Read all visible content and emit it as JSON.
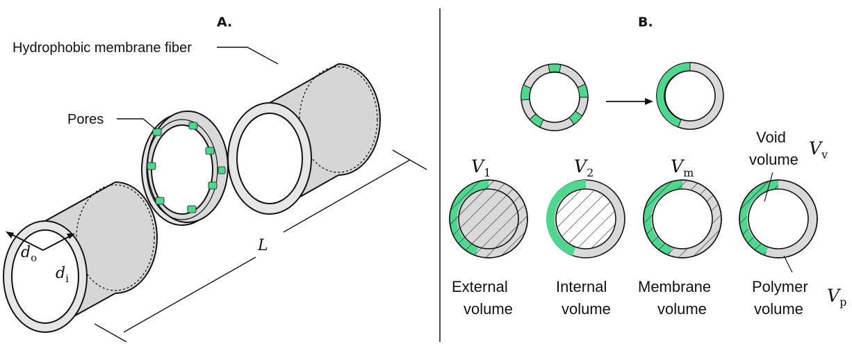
{
  "panel_a": {
    "label": "A.",
    "fiber_label": "Hydrophobic membrane fiber",
    "pores_label": "Pores",
    "length_label": "L",
    "outer_diameter": {
      "sym": "d",
      "sub": "o"
    },
    "inner_diameter": {
      "sym": "d",
      "sub": "i"
    }
  },
  "panel_b": {
    "label": "B.",
    "volumes": [
      {
        "sym": "V",
        "sub": "1",
        "caption_line1": "External",
        "caption_line2": "volume"
      },
      {
        "sym": "V",
        "sub": "2",
        "caption_line1": "Internal",
        "caption_line2": "volume"
      },
      {
        "sym": "V",
        "sub": "m",
        "caption_line1": "Membrane",
        "caption_line2": "volume"
      }
    ],
    "void": {
      "line1": "Void",
      "line2": "volume",
      "sym": "V",
      "sub": "v"
    },
    "polymer": {
      "line1": "Polymer",
      "line2": "volume",
      "sym": "V",
      "sub": "p"
    }
  },
  "colors": {
    "pore_green": "#4fd68f",
    "polymer_grey": "#d9d9d9",
    "tube_grey": "#cdcdcd",
    "line": "#111111"
  }
}
